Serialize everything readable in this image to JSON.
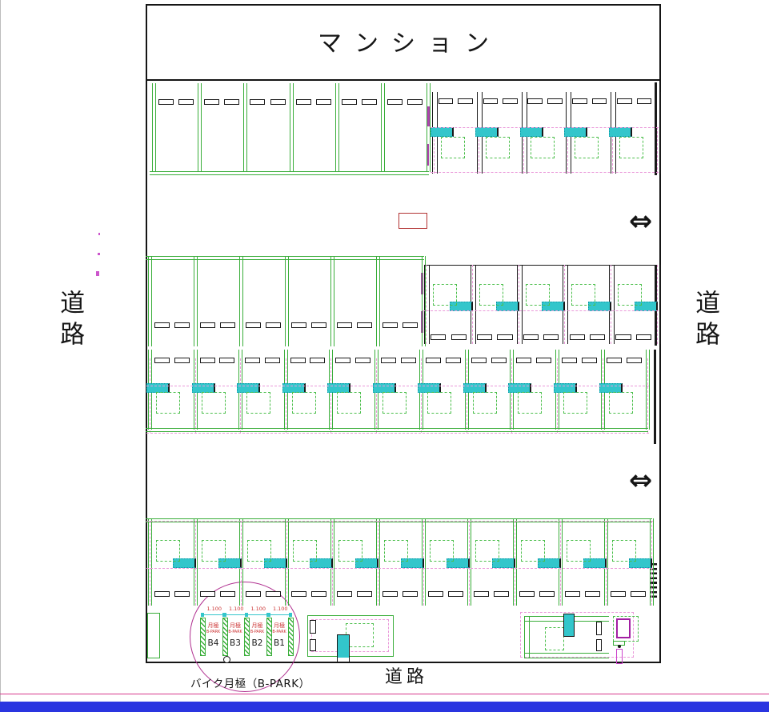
{
  "title": "マンション",
  "roads": {
    "left": "道路",
    "right": "道路",
    "bottom": "道路"
  },
  "arrows": {
    "symbol": "⇔"
  },
  "bike_area": {
    "caption": "バイク月極（B-PARK）",
    "dim_label": "1.100",
    "slot_line1": "月極",
    "slot_line2": "B-PARK",
    "slots": [
      "B4",
      "B3",
      "B2",
      "B1"
    ]
  },
  "rows": [
    {
      "id": "row1-green",
      "kind": "green-open-top",
      "stalls": 6
    },
    {
      "id": "row1-dark",
      "kind": "dark-open-top",
      "stalls": 5
    },
    {
      "id": "row2-green",
      "kind": "green-open-bottom",
      "stalls": 6
    },
    {
      "id": "row2-dark",
      "kind": "dark-open-bottom",
      "stalls": 5
    },
    {
      "id": "row3-green",
      "kind": "green-open-top",
      "stalls": 11
    },
    {
      "id": "row4-green",
      "kind": "green-open-bottom",
      "stalls": 11
    }
  ],
  "colors": {
    "green": "#3aae3a",
    "green_dash": "#4cbf4c",
    "dark": "#1a1a1a",
    "cyan": "#33c6cb",
    "cyan_border": "#0a98a6",
    "pink_dash": "#ea9ada",
    "magenta": "#c23fa7",
    "purple": "#a21fa2",
    "red_box": "#b23434",
    "red_text": "#cc3333",
    "blue_bar": "#2a35e0",
    "pink_line": "#d63a8c"
  }
}
